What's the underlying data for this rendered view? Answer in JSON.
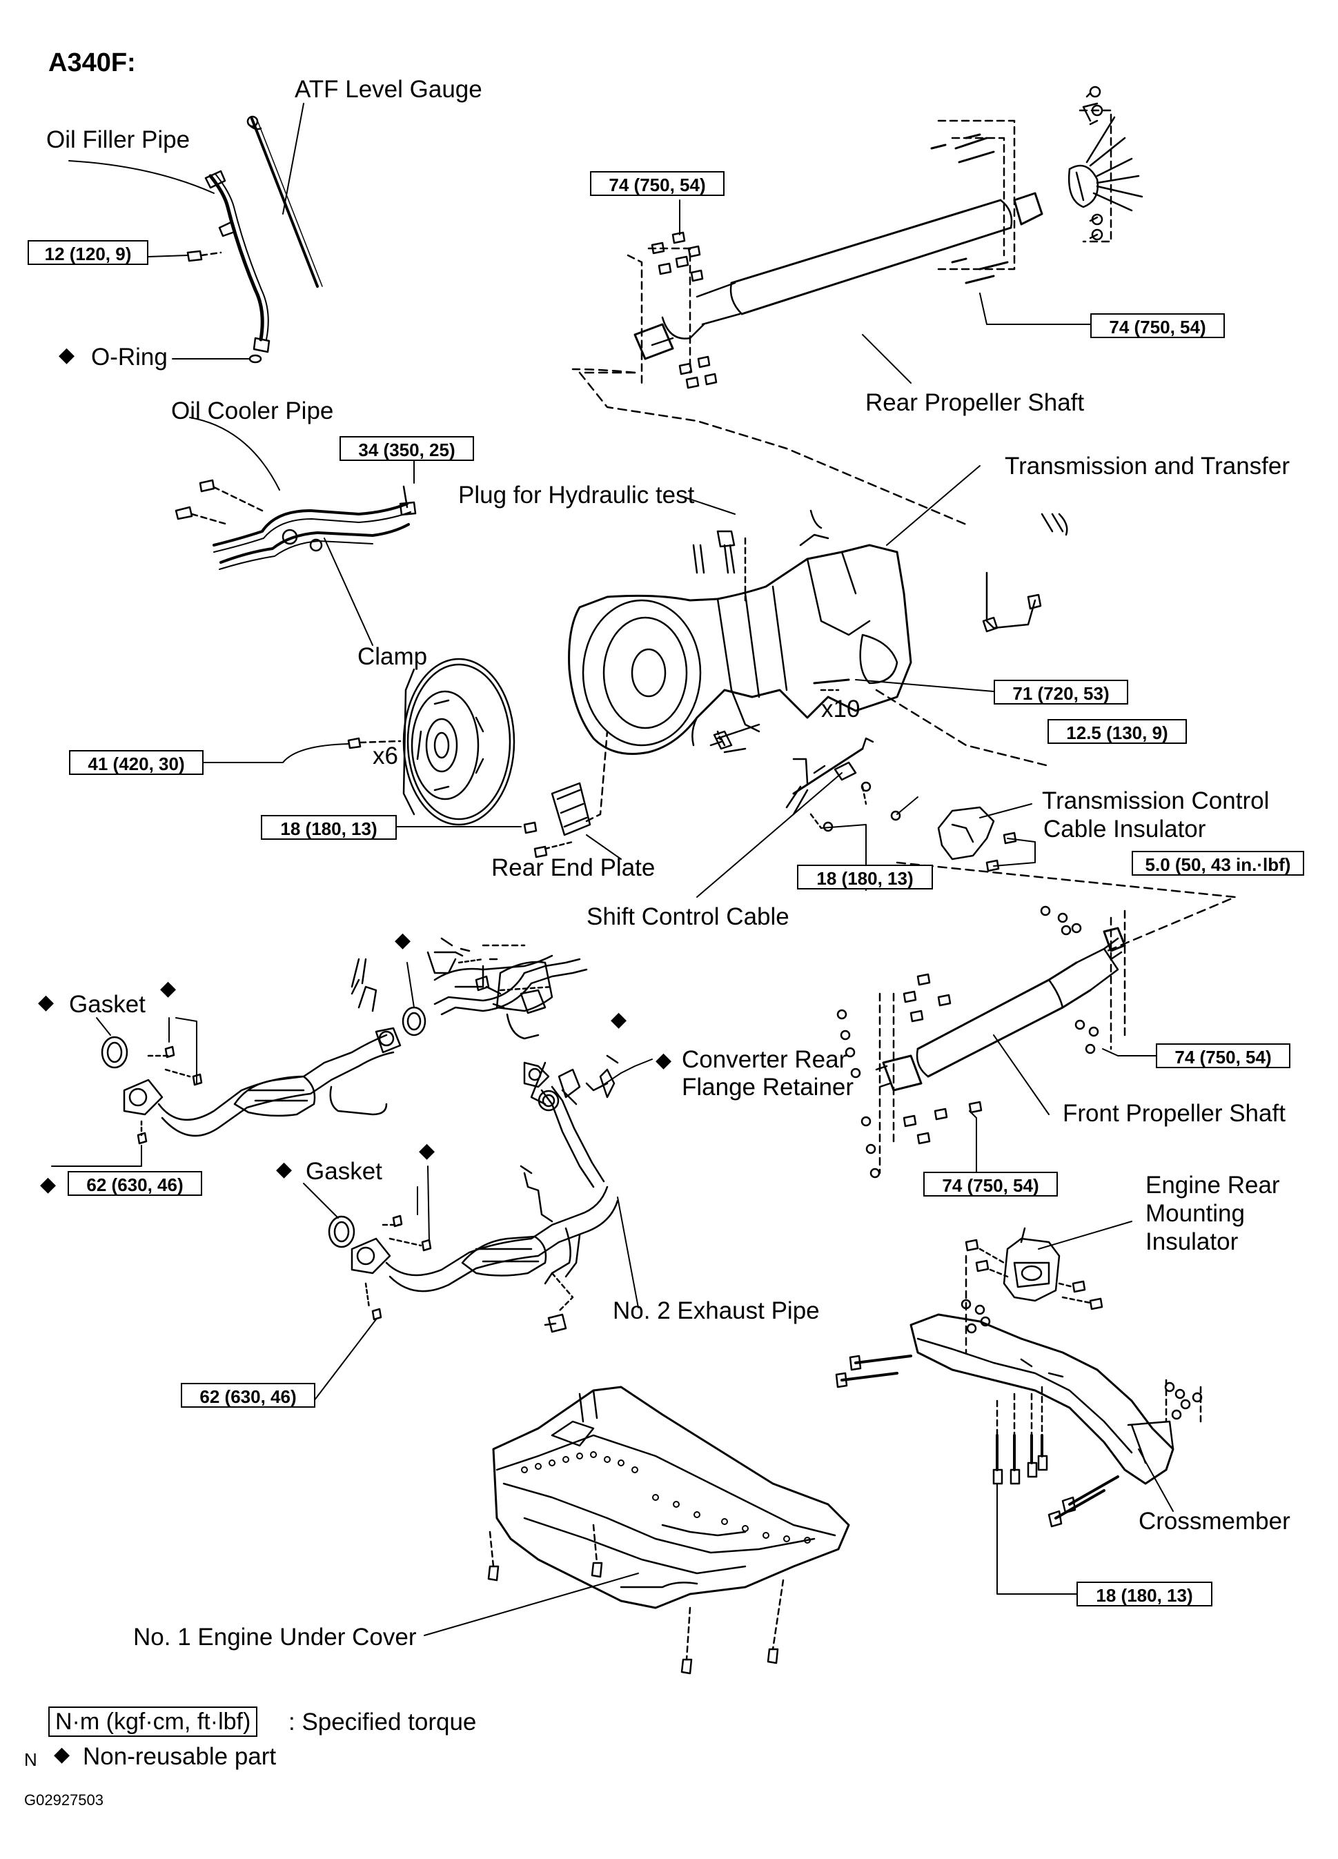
{
  "title": "A340F:",
  "labels": {
    "atf_level_gauge": "ATF Level Gauge",
    "oil_filler_pipe": "Oil Filler Pipe",
    "o_ring": "O-Ring",
    "oil_cooler_pipe": "Oil Cooler Pipe",
    "clamp": "Clamp",
    "plug_hydraulic": "Plug for Hydraulic test",
    "transmission_transfer": "Transmission and Transfer",
    "rear_propeller_shaft": "Rear Propeller Shaft",
    "x6": "x6",
    "x10": "x10",
    "rear_end_plate": "Rear End Plate",
    "shift_control_cable": "Shift Control Cable",
    "tc_cable_insulator_1": "Transmission Control",
    "tc_cable_insulator_2": "Cable Insulator",
    "gasket_1": "Gasket",
    "gasket_2": "Gasket",
    "converter_rear_1": "Converter Rear",
    "converter_rear_2": "Flange Retainer",
    "front_propeller_shaft": "Front Propeller Shaft",
    "engine_rear_1": "Engine Rear",
    "engine_rear_2": "Mounting",
    "engine_rear_3": "Insulator",
    "no2_exhaust_pipe": "No. 2 Exhaust Pipe",
    "crossmember": "Crossmember",
    "no1_engine_under_cover": "No. 1 Engine Under Cover"
  },
  "torques": {
    "t_12_120_9": "12 (120, 9)",
    "t_74_top": "74 (750, 54)",
    "t_74_right": "74 (750, 54)",
    "t_34": "34 (350, 25)",
    "t_41": "41 (420, 30)",
    "t_71": "71 (720, 53)",
    "t_12_5": "12.5 (130, 9)",
    "t_18_left": "18 (180, 13)",
    "t_18_mid": "18 (180, 13)",
    "t_5_0": "5.0 (50, 43 in.·lbf)",
    "t_74_front_right": "74 (750, 54)",
    "t_62_left": "62 (630, 46)",
    "t_74_front_bottom": "74 (750, 54)",
    "t_62_bottom": "62 (630, 46)",
    "t_18_bottom": "18 (180, 13)"
  },
  "legend": {
    "torque_unit": "N·m (kgf·cm, ft·lbf)",
    "torque_desc": ": Specified torque",
    "n_marker": "N",
    "nonreusable": "Non-reusable part"
  },
  "figure_code": "G02927503",
  "symbols": {
    "diamond": "◆"
  }
}
